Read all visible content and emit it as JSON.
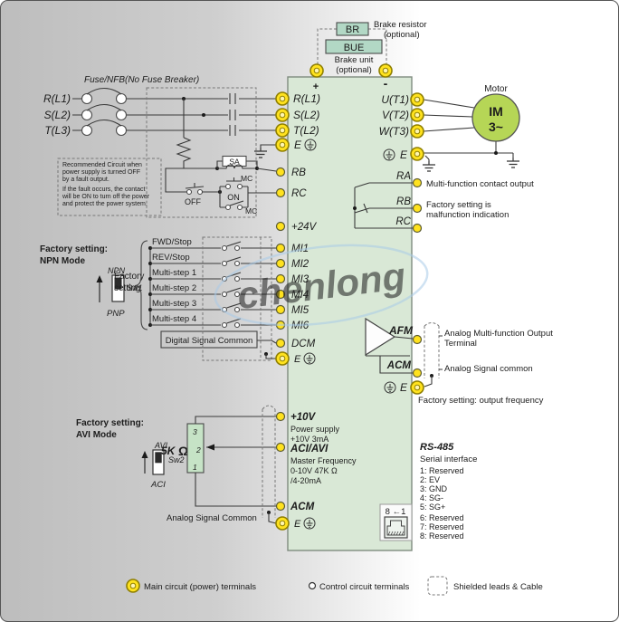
{
  "colors": {
    "background_left": "#c0c0c0",
    "drive_fill": "#d9e8d6",
    "module_fill": "#b2d8c5",
    "pot_fill": "#c6e3c6",
    "motor_fill": "#b6d656",
    "terminal_yellow": "#ffe21e",
    "terminal_ring": "#8f7f00",
    "wire": "#3a3a3a",
    "watermark_blue": "#a9cbe8"
  },
  "brake": {
    "br": "BR",
    "bue": "BUE",
    "resistor_note1": "Brake resistor",
    "resistor_note2": "(optional)",
    "unit_note1": "Brake unit",
    "unit_note2": "(optional)"
  },
  "bus": {
    "plus": "+",
    "minus": "-"
  },
  "input": {
    "fuse_note": "Fuse/NFB(No Fuse Breaker)",
    "phase_r": "R(L1)",
    "phase_s": "S(L2)",
    "phase_t": "T(L3)"
  },
  "fault_note": {
    "l1": "Recommended Circuit when",
    "l2": "power supply is turned OFF",
    "l3": "by a fault output.",
    "l4": "If the fault occurs, the contact",
    "l5": "will be ON to turn off the power",
    "l6": "and protect the power system."
  },
  "fault_circuit": {
    "sa": "SA",
    "mc_coil": "MC",
    "off": "OFF",
    "on": "ON",
    "mc_contact": "MC"
  },
  "npn_switch": {
    "title1": "Factory setting:",
    "title2": "NPN Mode",
    "upper": "NPN",
    "name": "Sw1",
    "lower": "PNP"
  },
  "digital": {
    "brace1": "Factory",
    "brace2": "setting",
    "functions": [
      "FWD/Stop",
      "REV/Stop",
      "Multi-step 1",
      "Multi-step 2",
      "Multi-step 3",
      "Multi-step 4"
    ],
    "common": "Digital Signal Common"
  },
  "drive": {
    "left": {
      "r": "R(L1)",
      "s": "S(L2)",
      "t": "T(L2)",
      "e1": "E",
      "rb": "RB",
      "rc": "RC",
      "p24": "+24V",
      "mi": [
        "MI1",
        "MI2",
        "MI3",
        "MI4",
        "MI5",
        "MI6"
      ],
      "dcm": "DCM",
      "e2": "E",
      "p10": "+10V",
      "p10_note1": "Power supply",
      "p10_note2": "+10V 3mA",
      "aci": "ACI/AVI",
      "aci_note1": "Master Frequency",
      "aci_note2": "0-10V 47K Ω",
      "aci_note3": "/4-20mA",
      "acm": "ACM",
      "e3": "E"
    },
    "right": {
      "u": "U(T1)",
      "v": "V(T2)",
      "w": "W(T3)",
      "e1": "E",
      "ra": "RA",
      "rb": "RB",
      "rc": "RC",
      "afm": "AFM",
      "acm": "ACM",
      "e2": "E"
    },
    "rj45_label": "8 ←1"
  },
  "motor": {
    "caption": "Motor",
    "im": "IM",
    "phase": "3~"
  },
  "annotations": {
    "ra": "Multi-function contact output",
    "rb1": "Factory setting is",
    "rb2": "malfunction indication",
    "afm1": "Analog Multi-function Output",
    "afm2": "Terminal",
    "acm": "Analog Signal common",
    "e_freq": "Factory setting: output frequency"
  },
  "rs485": {
    "title": "RS-485",
    "subtitle": "Serial interface",
    "pins": [
      "1: Reserved",
      "2: EV",
      "3: GND",
      "4: SG-",
      "5: SG+",
      "6: Reserved",
      "7: Reserved",
      "8: Reserved"
    ]
  },
  "avi_switch": {
    "title1": "Factory setting:",
    "title2": "AVI Mode",
    "upper": "AVI",
    "name": "Sw2",
    "lower": "ACI"
  },
  "pot": {
    "value": "5K",
    "ohm": "Ω",
    "pin3": "3",
    "pin2": "2",
    "pin1": "1",
    "common": "Analog Signal Common"
  },
  "legend": {
    "main": "Main circuit (power) terminals",
    "control": "Control circuit terminals",
    "shield": "Shielded leads & Cable"
  },
  "watermark": "chenlong"
}
